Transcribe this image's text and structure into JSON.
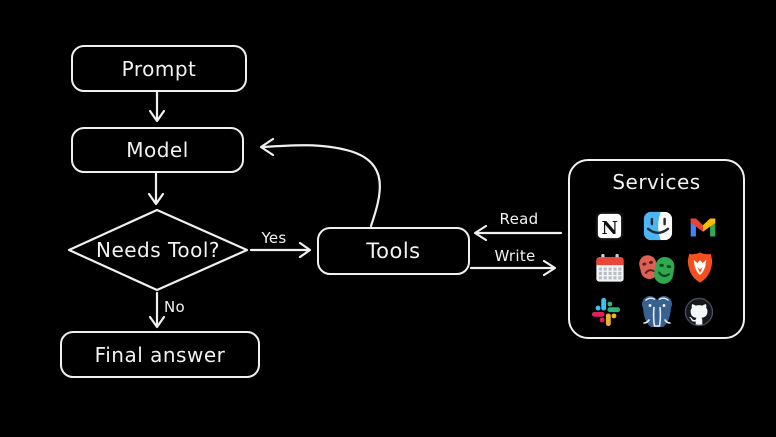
{
  "diagram": {
    "background_color": "#000000",
    "stroke_color": "#f0f0f0",
    "nodes": {
      "prompt": "Prompt",
      "model": "Model",
      "decision": "Needs Tool?",
      "final_answer": "Final answer",
      "tools": "Tools"
    },
    "edge_labels": {
      "yes": "Yes",
      "no": "No",
      "read": "Read",
      "write": "Write"
    },
    "services": {
      "title": "Services",
      "icons": [
        {
          "name": "notion-icon"
        },
        {
          "name": "finder-icon"
        },
        {
          "name": "gmail-icon"
        },
        {
          "name": "calendar-icon"
        },
        {
          "name": "theater-masks-icon"
        },
        {
          "name": "brave-icon"
        },
        {
          "name": "slack-icon"
        },
        {
          "name": "postgresql-icon"
        },
        {
          "name": "github-icon"
        }
      ]
    }
  }
}
